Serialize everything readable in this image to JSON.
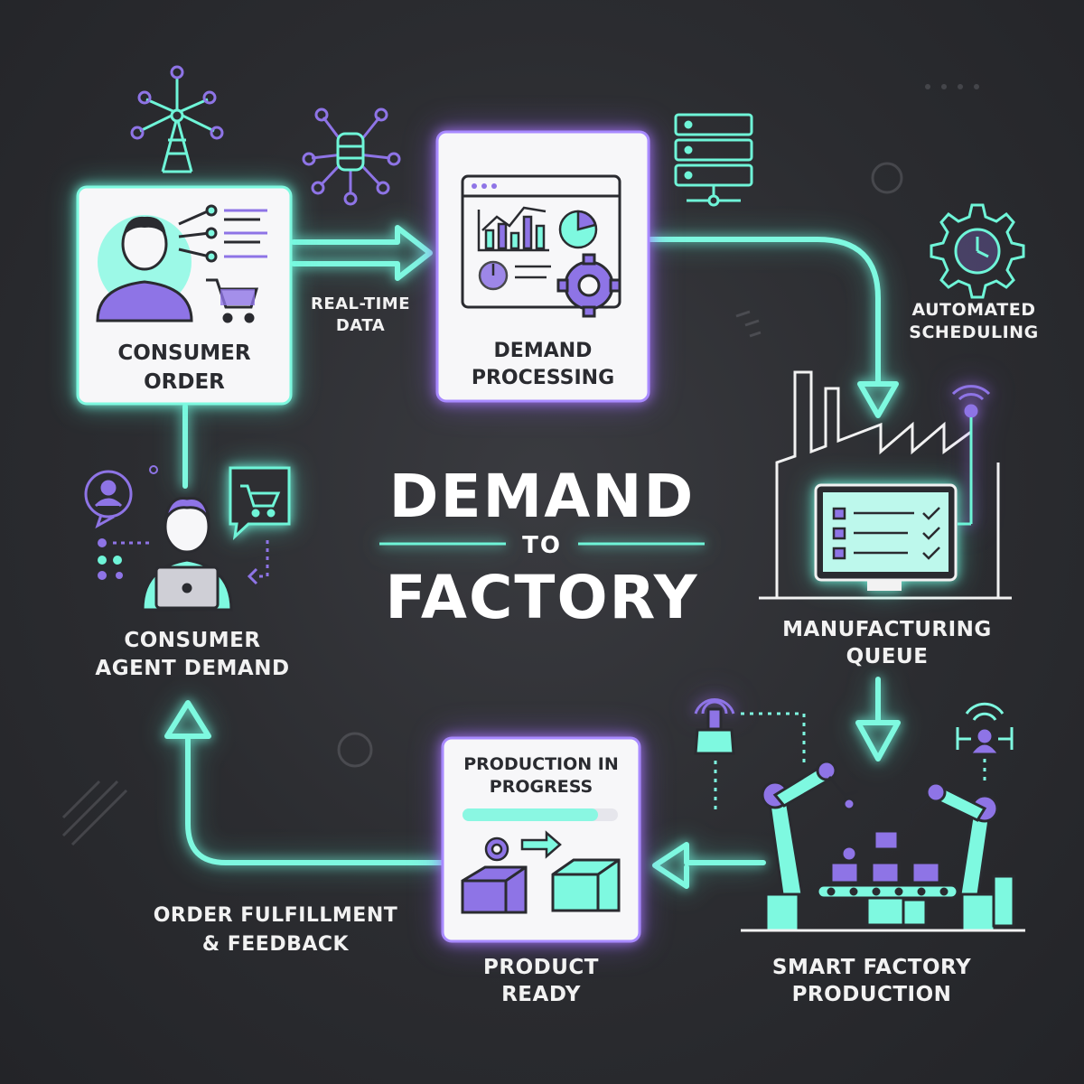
{
  "title": {
    "line1": "DEMAND",
    "connector": "TO",
    "line2": "FACTORY"
  },
  "nodes": {
    "consumer_order": {
      "line1": "CONSUMER",
      "line2": "ORDER"
    },
    "demand_processing": {
      "line1": "DEMAND",
      "line2": "PROCESSING"
    },
    "manufacturing_queue": {
      "line1": "MANUFACTURING",
      "line2": "QUEUE"
    },
    "smart_factory": {
      "line1": "SMART FACTORY",
      "line2": "PRODUCTION"
    },
    "product_ready": {
      "line1": "PRODUCT",
      "line2": "READY",
      "card_line1": "PRODUCTION IN",
      "card_line2": "PROGRESS"
    },
    "consumer_agent": {
      "line1": "CONSUMER",
      "line2": "AGENT DEMAND"
    }
  },
  "labels": {
    "real_time": {
      "line1": "REAL-TIME",
      "line2": "DATA"
    },
    "automated": {
      "line1": "AUTOMATED",
      "line2": "SCHEDULING"
    },
    "fulfillment": {
      "line1": "ORDER FULFILLMENT",
      "line2": "& FEEDBACK"
    }
  },
  "colors": {
    "accent_cyan": "#6ff5d8",
    "accent_purple": "#8e6be8",
    "card_bg": "#f7f7f9",
    "background": "#2e2f33"
  }
}
